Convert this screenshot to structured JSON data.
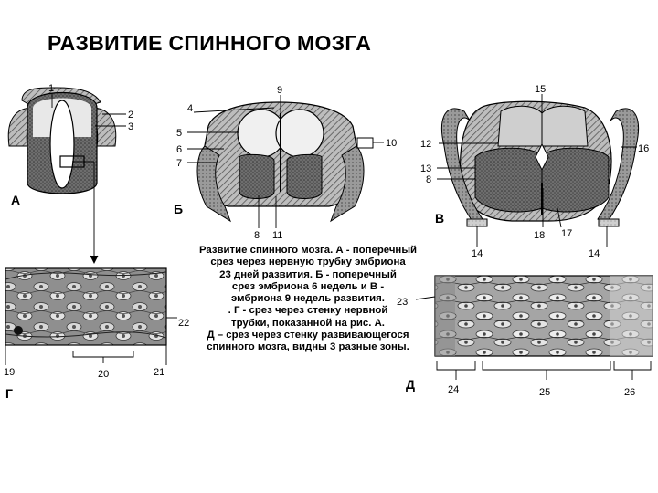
{
  "title": "РАЗВИТИЕ СПИННОГО МОЗГА",
  "caption": [
    "Развитие спинного мозга. А - поперечный",
    "срез через нервную трубку эмбриона",
    "23 дней развития. Б -    поперечный",
    "срез эмбриона 6 недель  и В -",
    "эмбриона 9 недель развития.",
    ". Г - срез через стенку нервной",
    "трубки, показанной на рис. А.",
    "Д – срез через стенку развивающегося",
    "спинного мозга, видны 3 разные зоны."
  ],
  "panels": {
    "a": "А",
    "b": "Б",
    "v": "В",
    "g": "Г",
    "d": "Д"
  },
  "labels": {
    "n1": "1",
    "n2": "2",
    "n3": "3",
    "n4": "4",
    "n5": "5",
    "n6": "6",
    "n7": "7",
    "n8a": "8",
    "n8b": "8",
    "n9": "9",
    "n10": "10",
    "n11": "11",
    "n12": "12",
    "n13": "13",
    "n14a": "14",
    "n14b": "14",
    "n15": "15",
    "n16": "16",
    "n17": "17",
    "n18": "18",
    "n19": "19",
    "n20": "20",
    "n21": "21",
    "n22": "22",
    "n23": "23",
    "n24": "24",
    "n25": "25",
    "n26": "26"
  }
}
